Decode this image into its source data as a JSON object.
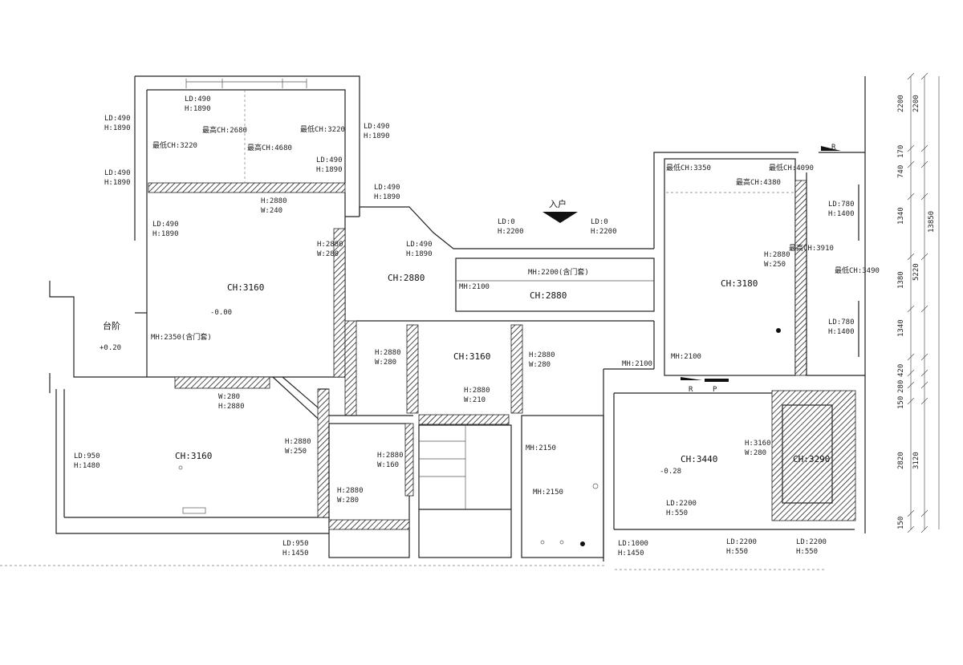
{
  "entrance_label": "入户",
  "step_label": "台阶",
  "rooms": [
    {
      "id": "nw-room",
      "ch": "CH:3160",
      "level": "-0.00",
      "door": "MH:2350(含门套)"
    },
    {
      "id": "hall",
      "ch": "CH:2880"
    },
    {
      "id": "foyer",
      "ch": "CH:2880",
      "door": "MH:2200(含门套)",
      "door2": "MH:2100"
    },
    {
      "id": "center",
      "ch": "CH:3160"
    },
    {
      "id": "sw-room",
      "ch": "CH:3160"
    },
    {
      "id": "ne-room",
      "ch": "CH:3180",
      "door": "MH:2100"
    },
    {
      "id": "se-room",
      "ch": "CH:3440",
      "level": "-0.28"
    },
    {
      "id": "se-inner",
      "ch": "CH:3290"
    }
  ],
  "left_level": "+0.20",
  "ceiling_notes": {
    "nw_max1": "最高CH:2680",
    "nw_min1": "最低CH:3220",
    "nw_max2": "最高CH:4680",
    "nw_min2": "最低CH:3220",
    "ne_min1": "最低CH:3350",
    "ne_min2": "最低CH:4090",
    "ne_max1": "最高CH:4380",
    "ne_max2": "最高CH:3910",
    "ne_min3": "最低CH:3490"
  },
  "openings": {
    "o1": [
      "LD:490",
      "H:1890"
    ],
    "o2": [
      "LD:490",
      "H:1890"
    ],
    "o3": [
      "LD:490",
      "H:1890"
    ],
    "o4": [
      "LD:490",
      "H:1890"
    ],
    "o5": [
      "LD:490",
      "H:1890"
    ],
    "o6": [
      "LD:490",
      "H:1890"
    ],
    "o7": [
      "LD:490",
      "H:1890"
    ],
    "o8": [
      "LD:490",
      "H:1890"
    ],
    "o9": [
      "LD:0",
      "H:2200"
    ],
    "o10": [
      "LD:0",
      "H:2200"
    ],
    "o11": [
      "LD:780",
      "H:1400"
    ],
    "o12": [
      "LD:780",
      "H:1400"
    ],
    "o13": [
      "LD:950",
      "H:1480"
    ],
    "o14": [
      "LD:950",
      "H:1450"
    ],
    "o15": [
      "LD:1000",
      "H:1450"
    ],
    "o16": [
      "LD:2200",
      "H:550"
    ],
    "o17": [
      "LD:2200",
      "H:550"
    ],
    "o18": [
      "LD:2200",
      "H:550"
    ]
  },
  "beams": {
    "b1": [
      "H:2880",
      "W:240"
    ],
    "b2": [
      "H:2880",
      "W:280"
    ],
    "b3": [
      "W:280",
      "H:2880"
    ],
    "b4": [
      "H:2880",
      "W:280"
    ],
    "b5": [
      "H:2880",
      "W:280"
    ],
    "b6": [
      "H:2880",
      "W:210"
    ],
    "b7": [
      "H:2880",
      "W:250"
    ],
    "b8": [
      "H:2880",
      "W:160"
    ],
    "b9": [
      "H:2880",
      "W:280"
    ],
    "b10": [
      "H:2880",
      "W:250"
    ],
    "b11": [
      "H:3160",
      "W:280"
    ]
  },
  "door_heights": {
    "d1": "MH:2100",
    "d2": "MH:2150",
    "d3": "MH:2150"
  },
  "markers": {
    "r1": "R",
    "r2": "R",
    "p1": "P"
  },
  "dims_inner": [
    "2200",
    "170",
    "740",
    "1340",
    "1380",
    "1340",
    "420",
    "280",
    "150",
    "2820",
    "150"
  ],
  "dims_outer": [
    "2200",
    "5220",
    "3120"
  ],
  "dims_total": "13850"
}
